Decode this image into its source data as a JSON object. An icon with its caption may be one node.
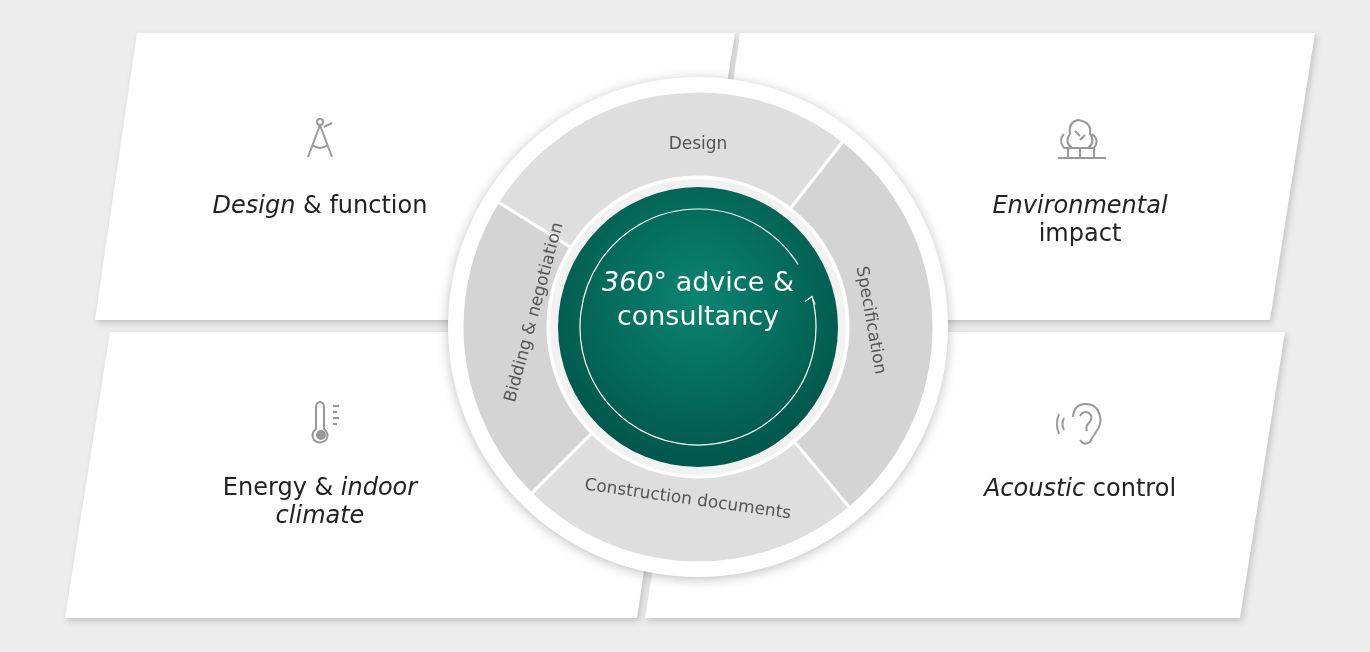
{
  "diagram": {
    "nodes": [
      {
        "text": [
          "*Design* & function"
        ]
      },
      {
        "text": [
          "*Environmental* impact"
        ]
      },
      {
        "text": [
          "Energy & *indoor climate*"
        ]
      },
      {
        "text": [
          "*Acoustic* control"
        ]
      },
      {
        "text": [
          "*360°* advice & consultancy"
        ]
      },
      {
        "text": [
          "Design"
        ]
      },
      {
        "text": [
          "Specification"
        ]
      },
      {
        "text": [
          "Construction documents"
        ]
      },
      {
        "text": [
          "Bidding & negotiation"
        ]
      }
    ],
    "edges": []
  }
}
